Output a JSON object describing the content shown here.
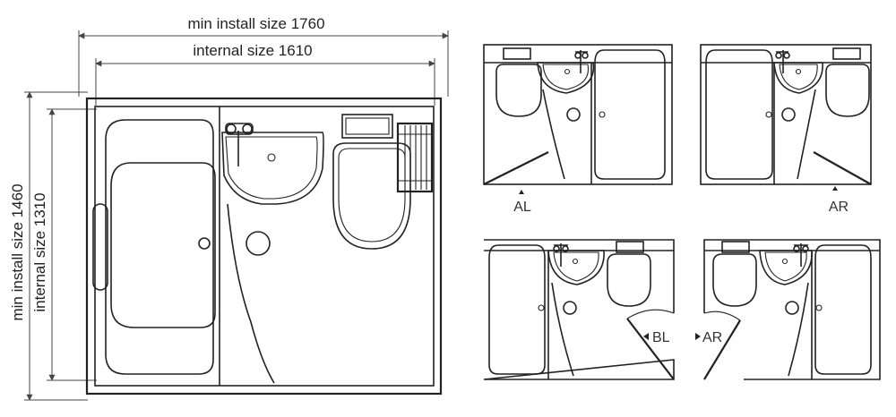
{
  "dimensions": {
    "min_install_width": "min install size 1760",
    "internal_width": "internal size 1610",
    "min_install_depth": "min install size 1460",
    "internal_depth": "internal size 1310"
  },
  "variants": [
    {
      "label": "AL"
    },
    {
      "label": "AR"
    },
    {
      "label": "BL"
    },
    {
      "label": "AR"
    }
  ]
}
